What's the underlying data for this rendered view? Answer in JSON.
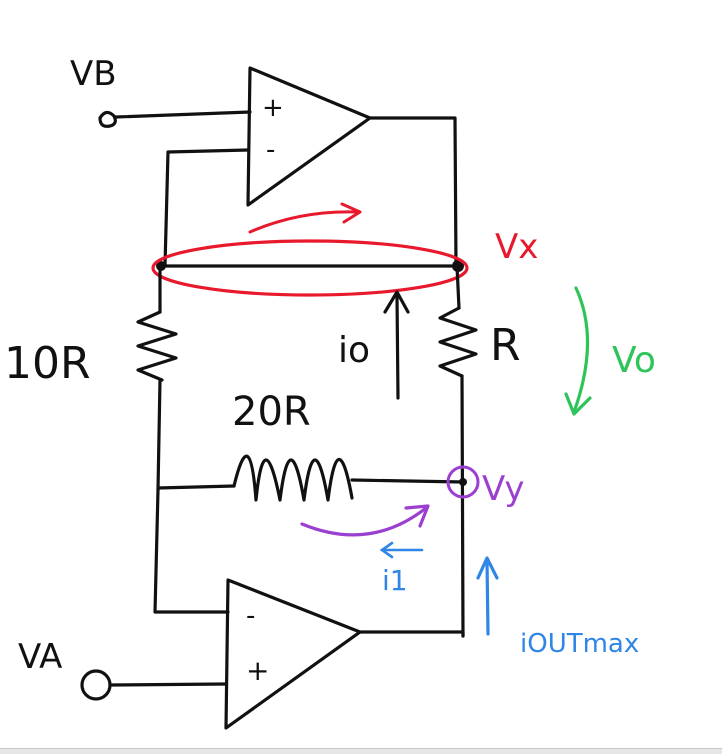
{
  "labels": {
    "vb": "VB",
    "va": "VA",
    "ten_r": "10R",
    "twenty_r": "20R",
    "r": "R",
    "vx": "Vx",
    "vo": "Vo",
    "vy": "Vy",
    "io": "io",
    "i1": "i1",
    "iout_max": "iOUTmax",
    "plus": "+",
    "minus": "-"
  },
  "colors": {
    "ink": "#111111",
    "red": "#e8192c",
    "green": "#2ec45a",
    "purple": "#9a3fd0",
    "blue": "#2f86e6"
  }
}
